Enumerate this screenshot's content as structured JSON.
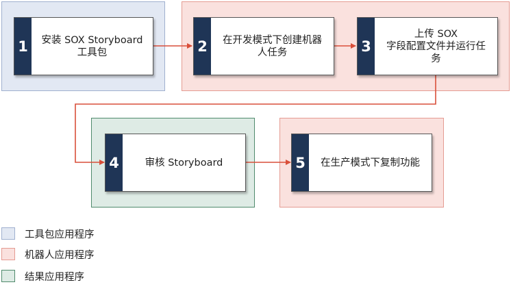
{
  "colors": {
    "toolkit_fill": "#e2e8f3",
    "toolkit_border": "#9fb0cf",
    "robot_fill": "#fae1de",
    "robot_border": "#e59b92",
    "result_fill": "#deebe5",
    "result_border": "#4f8a6c",
    "step_number_fill": "#1f3556",
    "connector": "#d94f3a"
  },
  "steps": [
    {
      "number": "1",
      "line1": "安装 SOX Storyboard",
      "line2": "工具包",
      "line3": ""
    },
    {
      "number": "2",
      "line1": "在开发模式下创建机器",
      "line2": "人任务",
      "line3": ""
    },
    {
      "number": "3",
      "line1": "上传 SOX",
      "line2": "字段配置文件并运行任",
      "line3": "务"
    },
    {
      "number": "4",
      "line1": "审核 Storyboard",
      "line2": "",
      "line3": ""
    },
    {
      "number": "5",
      "line1": "在生产模式下复制功能",
      "line2": "",
      "line3": ""
    }
  ],
  "legend": [
    {
      "label": "工具包应用程序"
    },
    {
      "label": "机器人应用程序"
    },
    {
      "label": "结果应用程序"
    }
  ]
}
